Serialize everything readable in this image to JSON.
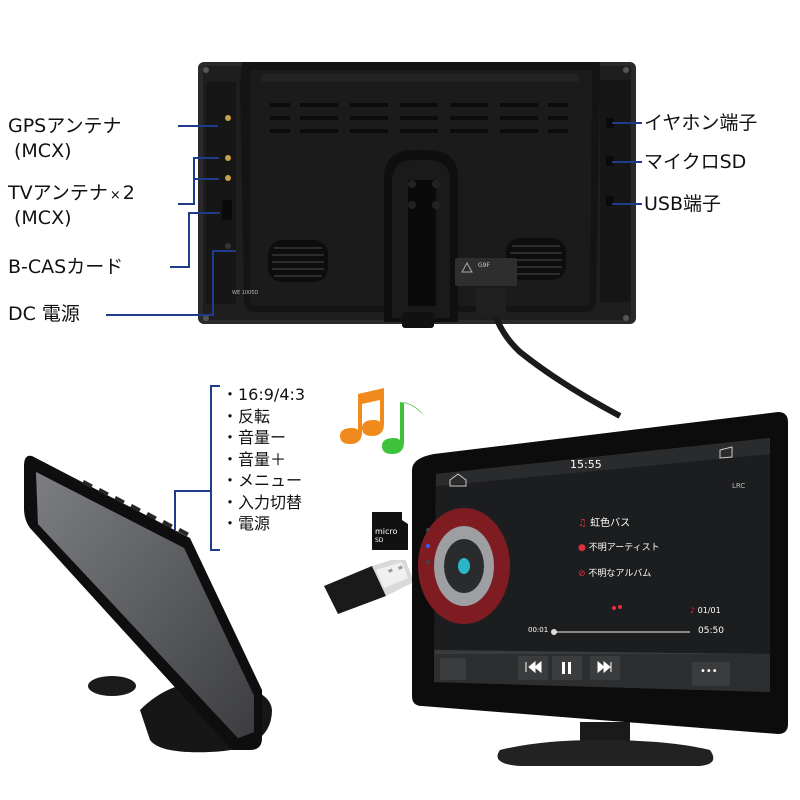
{
  "back_panel": {
    "left_labels": {
      "gps": [
        "GPSアンテナ",
        "(MCX)"
      ],
      "tv": [
        "TVアンテナ",
        "×",
        "2",
        "(MCX)"
      ],
      "bcas": "B-CASカード",
      "dc": "DC 電源"
    },
    "right_labels": {
      "earphone": "イヤホン端子",
      "microsd": "マイクロSD",
      "usb": "USB端子"
    },
    "model_text": "WE 1005D",
    "warning_text": "G9F"
  },
  "side_buttons": {
    "items": [
      "・16:9/4:3",
      "・反転",
      "・音量ー",
      "・音量＋",
      "・メニュー",
      "・入力切替",
      "・電源"
    ]
  },
  "player": {
    "time": "15:55",
    "lrc": "LRC",
    "song_title": "虹色バス",
    "artist": "不明アーティスト",
    "album": "不明なアルバム",
    "track_count": "01/01",
    "elapsed": "00:01",
    "duration": "05:50",
    "more": "•••"
  },
  "colors": {
    "leader": "#1f3c8a",
    "accent_red": "#e0303a"
  }
}
